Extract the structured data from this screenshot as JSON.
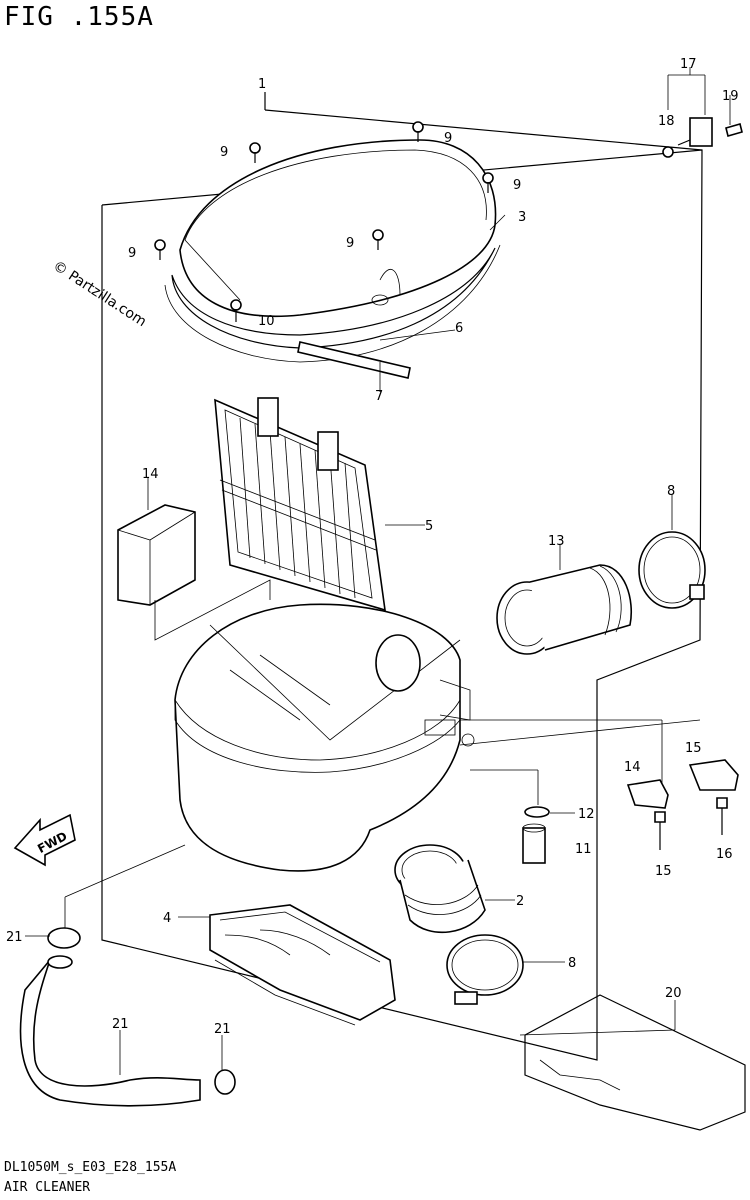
{
  "figure": {
    "title": "FIG .155A",
    "watermark": "© Partzilla.com",
    "footer_code": "DL1050M_s_E03_E28_155A",
    "caption": "AIR CLEANER",
    "fwd_label": "FWD"
  },
  "callouts": [
    "1",
    "2",
    "3",
    "4",
    "5",
    "6",
    "7",
    "8",
    "8",
    "9",
    "9",
    "9",
    "9",
    "9",
    "10",
    "11",
    "12",
    "13",
    "14",
    "14",
    "15",
    "15",
    "16",
    "17",
    "18",
    "19",
    "20",
    "21",
    "21"
  ]
}
